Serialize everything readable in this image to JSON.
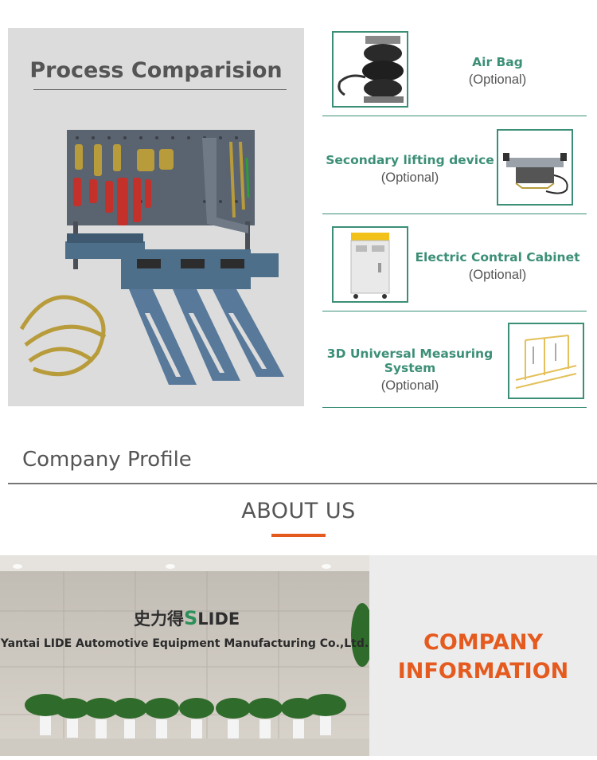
{
  "process": {
    "title": "Process Comparision"
  },
  "options": [
    {
      "name": "Air Bag",
      "sub": "(Optional)"
    },
    {
      "name": "Secondary lifting device",
      "sub": "(Optional)"
    },
    {
      "name": "Electric Contral Cabinet",
      "sub": "(Optional)"
    },
    {
      "name": "3D Universal Measuring System",
      "sub": "(Optional)"
    }
  ],
  "profile": {
    "title": "Company Profile",
    "about": "ABOUT US"
  },
  "lobby": {
    "brand_cn": "史力得",
    "brand_s": "S",
    "brand_rest": "LIDE",
    "company": "Yantai LIDE Automotive Equipment Manufacturing Co.,Ltd."
  },
  "info": {
    "line1": "COMPANY",
    "line2": "INFORMATION"
  },
  "colors": {
    "accent_green": "#3c8f77",
    "accent_orange": "#e55b1f",
    "panel_gray": "#dcdcdc"
  }
}
